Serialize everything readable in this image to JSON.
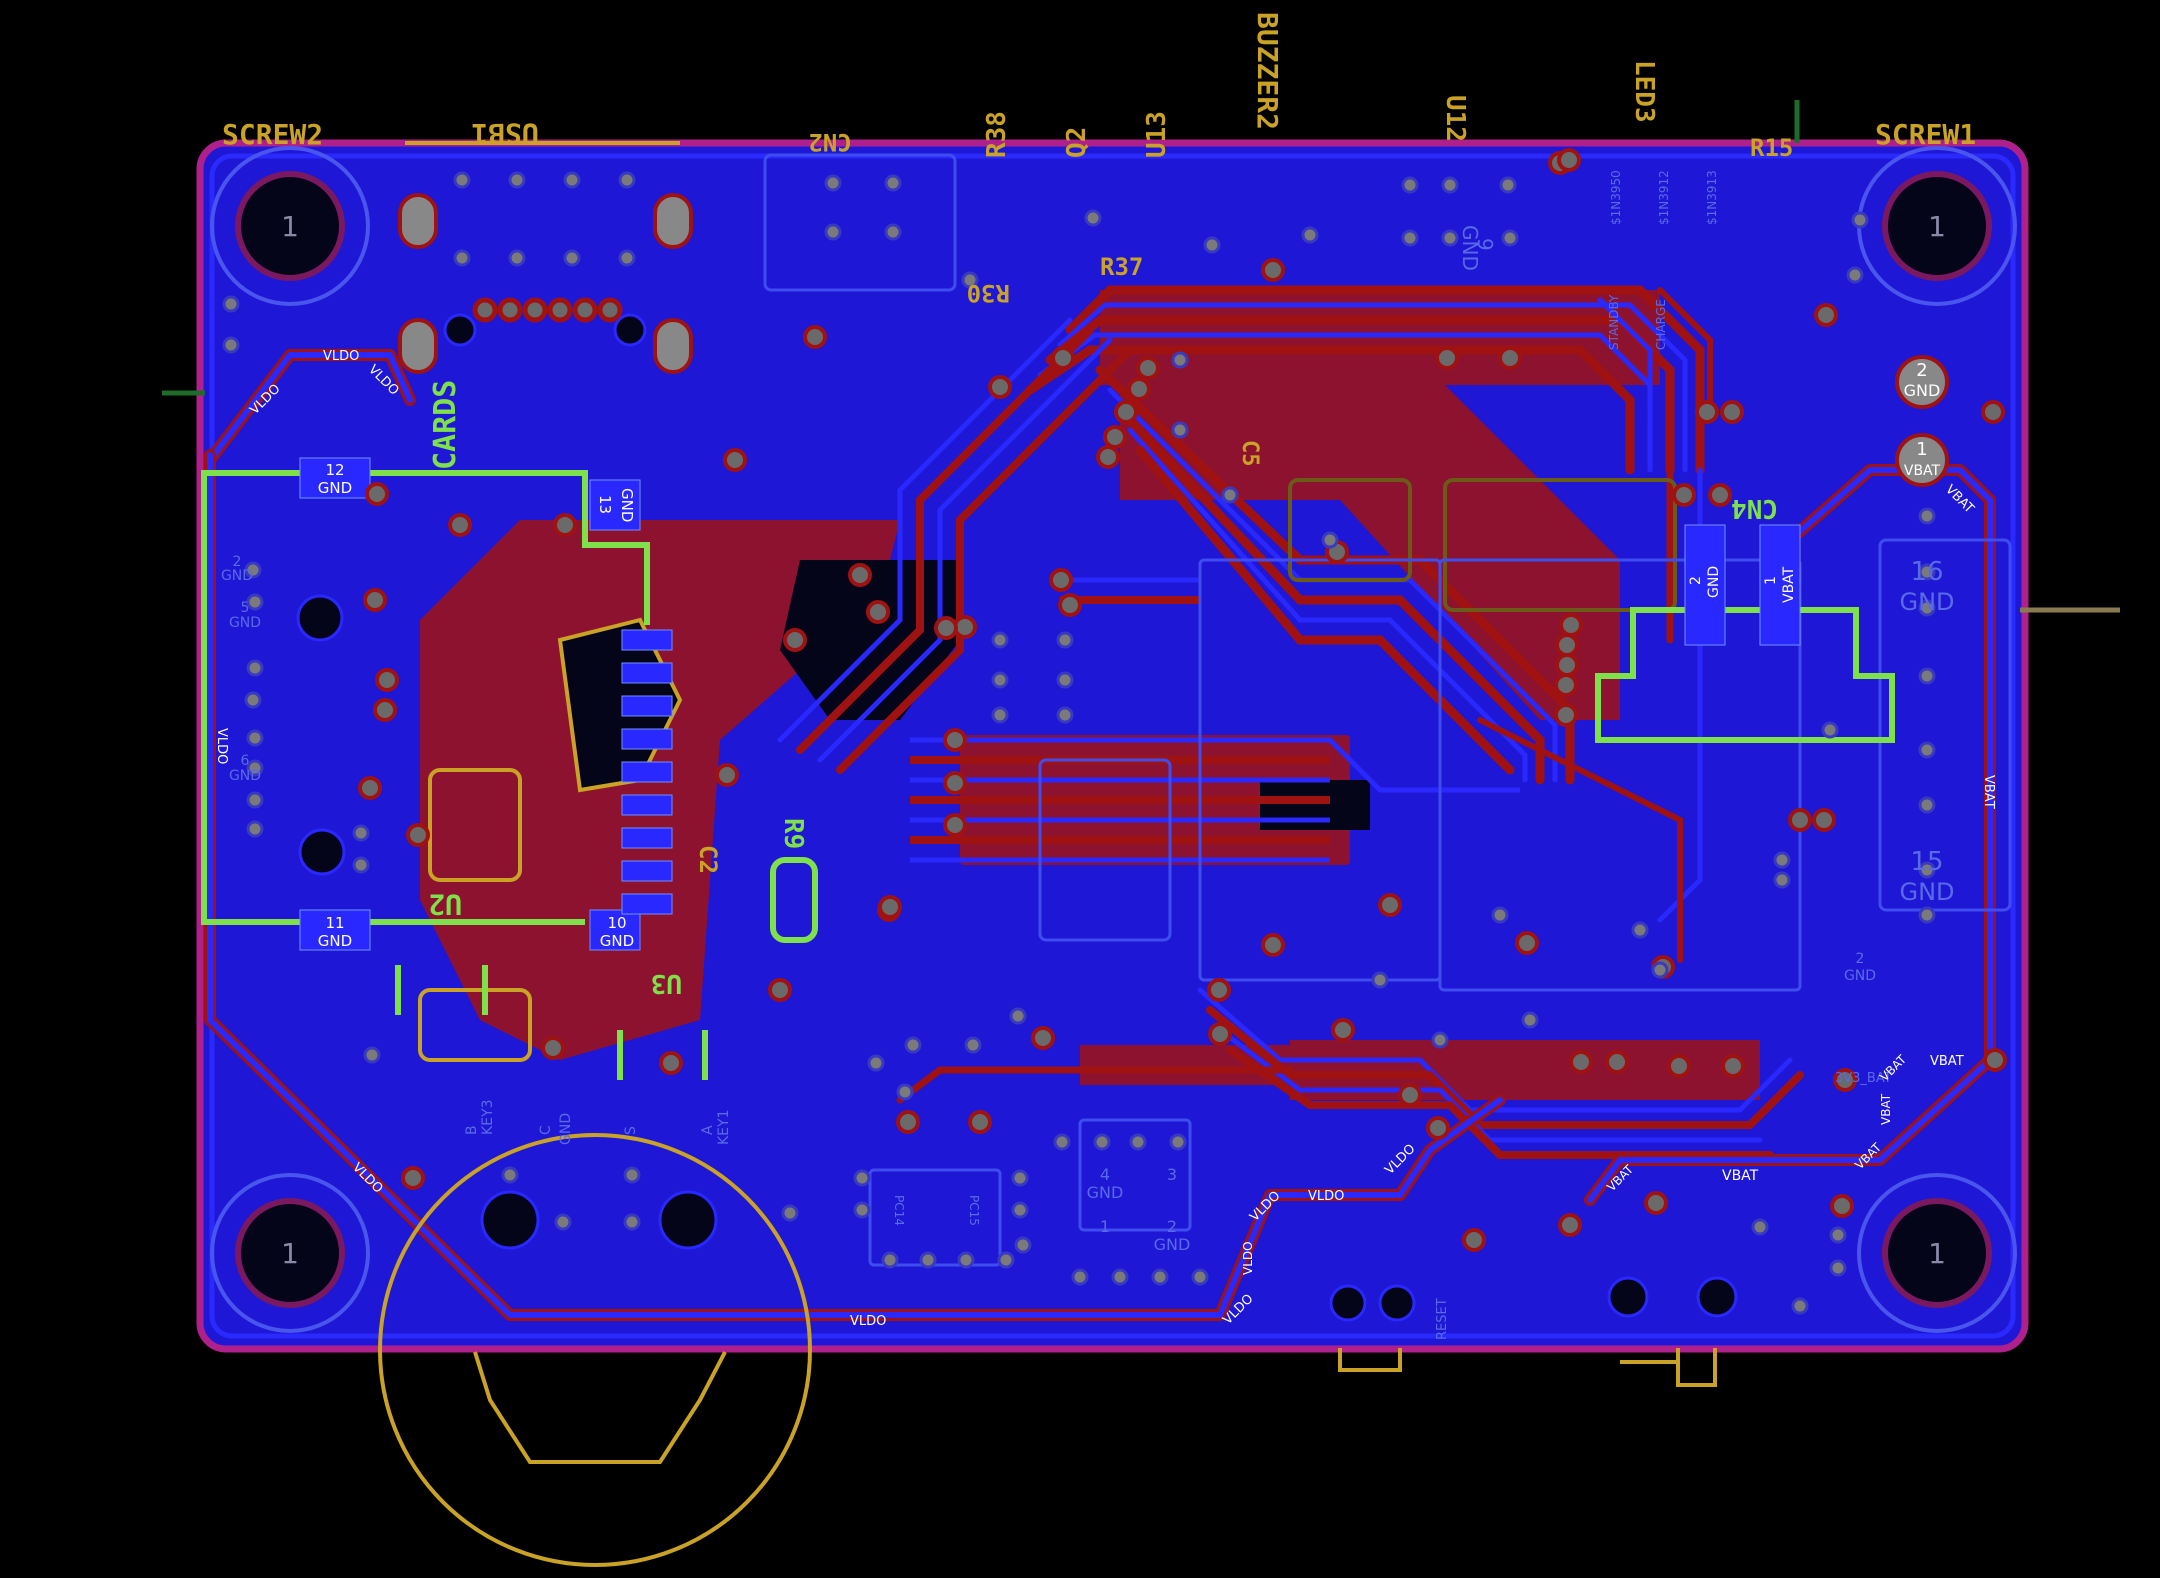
{
  "colors": {
    "background": "#000000",
    "board_fill": "#1f17d6",
    "board_outline": "#b0208c",
    "copper_top": "#a01212",
    "copper_bottom": "#2828ff",
    "silkscreen": "#c9a226",
    "highlight": "#7ee04a",
    "via": "#8a8a8a"
  },
  "refdes": {
    "screw2": "SCREW2",
    "usb1": "USB1",
    "cn2": "CN2",
    "r38": "R38",
    "q2": "Q2",
    "u13": "U13",
    "buzzer2": "BUZZER2",
    "u12": "U12",
    "led3": "LED3",
    "r15": "R15",
    "screw1": "SCREW1",
    "cards": "CARDS",
    "cn4": "CN4",
    "r9": "R9",
    "u2": "U2",
    "u3": "U3",
    "c2": "C2",
    "c5": "C5",
    "r30": "R30",
    "r37": "R37"
  },
  "net_labels": {
    "vldo": "VLDO",
    "vbat": "VBAT",
    "gnd": "GND"
  },
  "pads": {
    "p12": "12",
    "p13": "13",
    "p11": "11",
    "p10": "10",
    "p16": "16",
    "p15": "15",
    "p1": "1",
    "p2": "2",
    "p3": "3",
    "p4": "4",
    "p5": "5",
    "p6": "6",
    "p9": "9"
  },
  "pin_names": {
    "standby": "STANDBY",
    "charge": "CHARGE",
    "reset": "RESET",
    "key1": "KEY1",
    "key3": "KEY3",
    "pc14": "PC14",
    "pc15": "PC15",
    "v3v3_bat": "3V3_BAT",
    "n3950": "$1N3950",
    "n3912": "$1N3912",
    "n3913": "$1N3913",
    "a": "A",
    "b": "B",
    "c": "C",
    "s": "S"
  }
}
